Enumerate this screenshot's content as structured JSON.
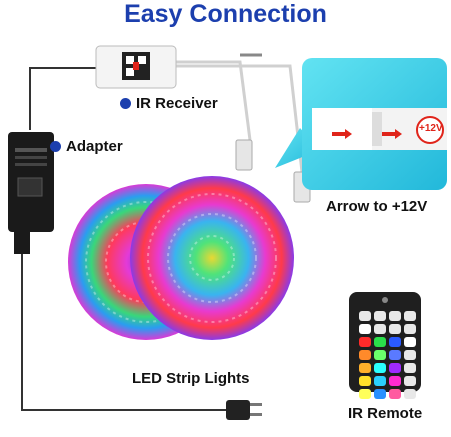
{
  "title": "Easy Connection",
  "labels": {
    "ir_receiver": "IR Receiver",
    "adapter": "Adapter",
    "arrow": "Arrow to +12V",
    "led": "LED Strip Lights",
    "remote": "IR Remote",
    "plus12v": "+12V"
  },
  "colors": {
    "accent": "#1c3fae",
    "callout": "#3bd4e8",
    "arrow_red": "#e0241a"
  },
  "remote_buttons": [
    "#e8e8e8",
    "#e8e8e8",
    "#e8e8e8",
    "#e8e8e8",
    "#ffffff",
    "#e8e8e8",
    "#e8e8e8",
    "#e8e8e8",
    "#ff2a2a",
    "#2adf4a",
    "#2a5aff",
    "#ffffff",
    "#ff8a2a",
    "#6aff6a",
    "#5a7aff",
    "#e8e8e8",
    "#ffb02a",
    "#2affff",
    "#a02aff",
    "#e8e8e8",
    "#ffe02a",
    "#2ad0ff",
    "#ff2ad0",
    "#e8e8e8",
    "#ffff5a",
    "#2a90ff",
    "#ff5aa0",
    "#e8e8e8"
  ]
}
